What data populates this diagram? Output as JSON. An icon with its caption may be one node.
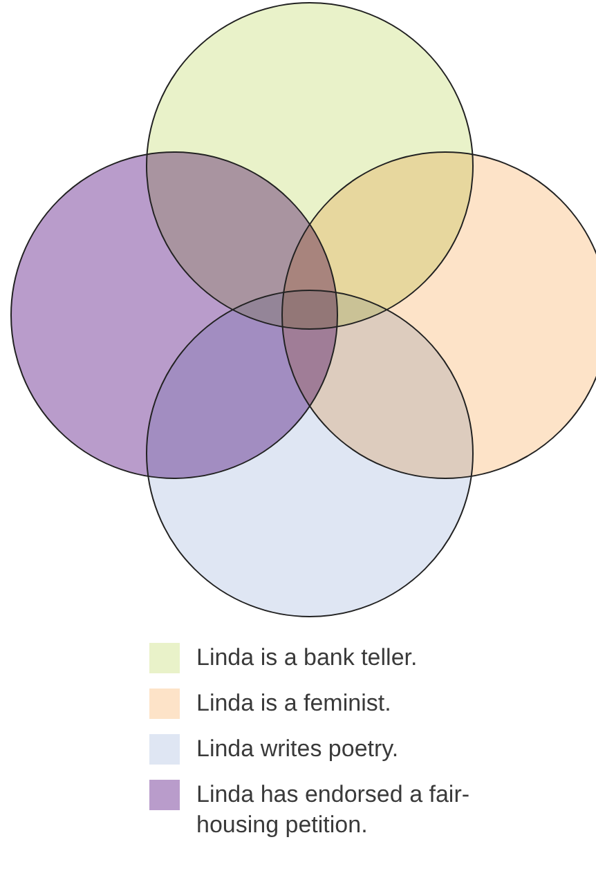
{
  "diagram": {
    "legend": [
      {
        "text": "Linda is a bank teller.",
        "color": "#e9f2c9"
      },
      {
        "text": "Linda is a feminist.",
        "color": "#fde3c8"
      },
      {
        "text": "Linda writes poetry.",
        "color": "#dfe6f3"
      },
      {
        "text": "Linda has endorsed a fair-housing petition.",
        "color": "#b99ccb"
      }
    ]
  }
}
